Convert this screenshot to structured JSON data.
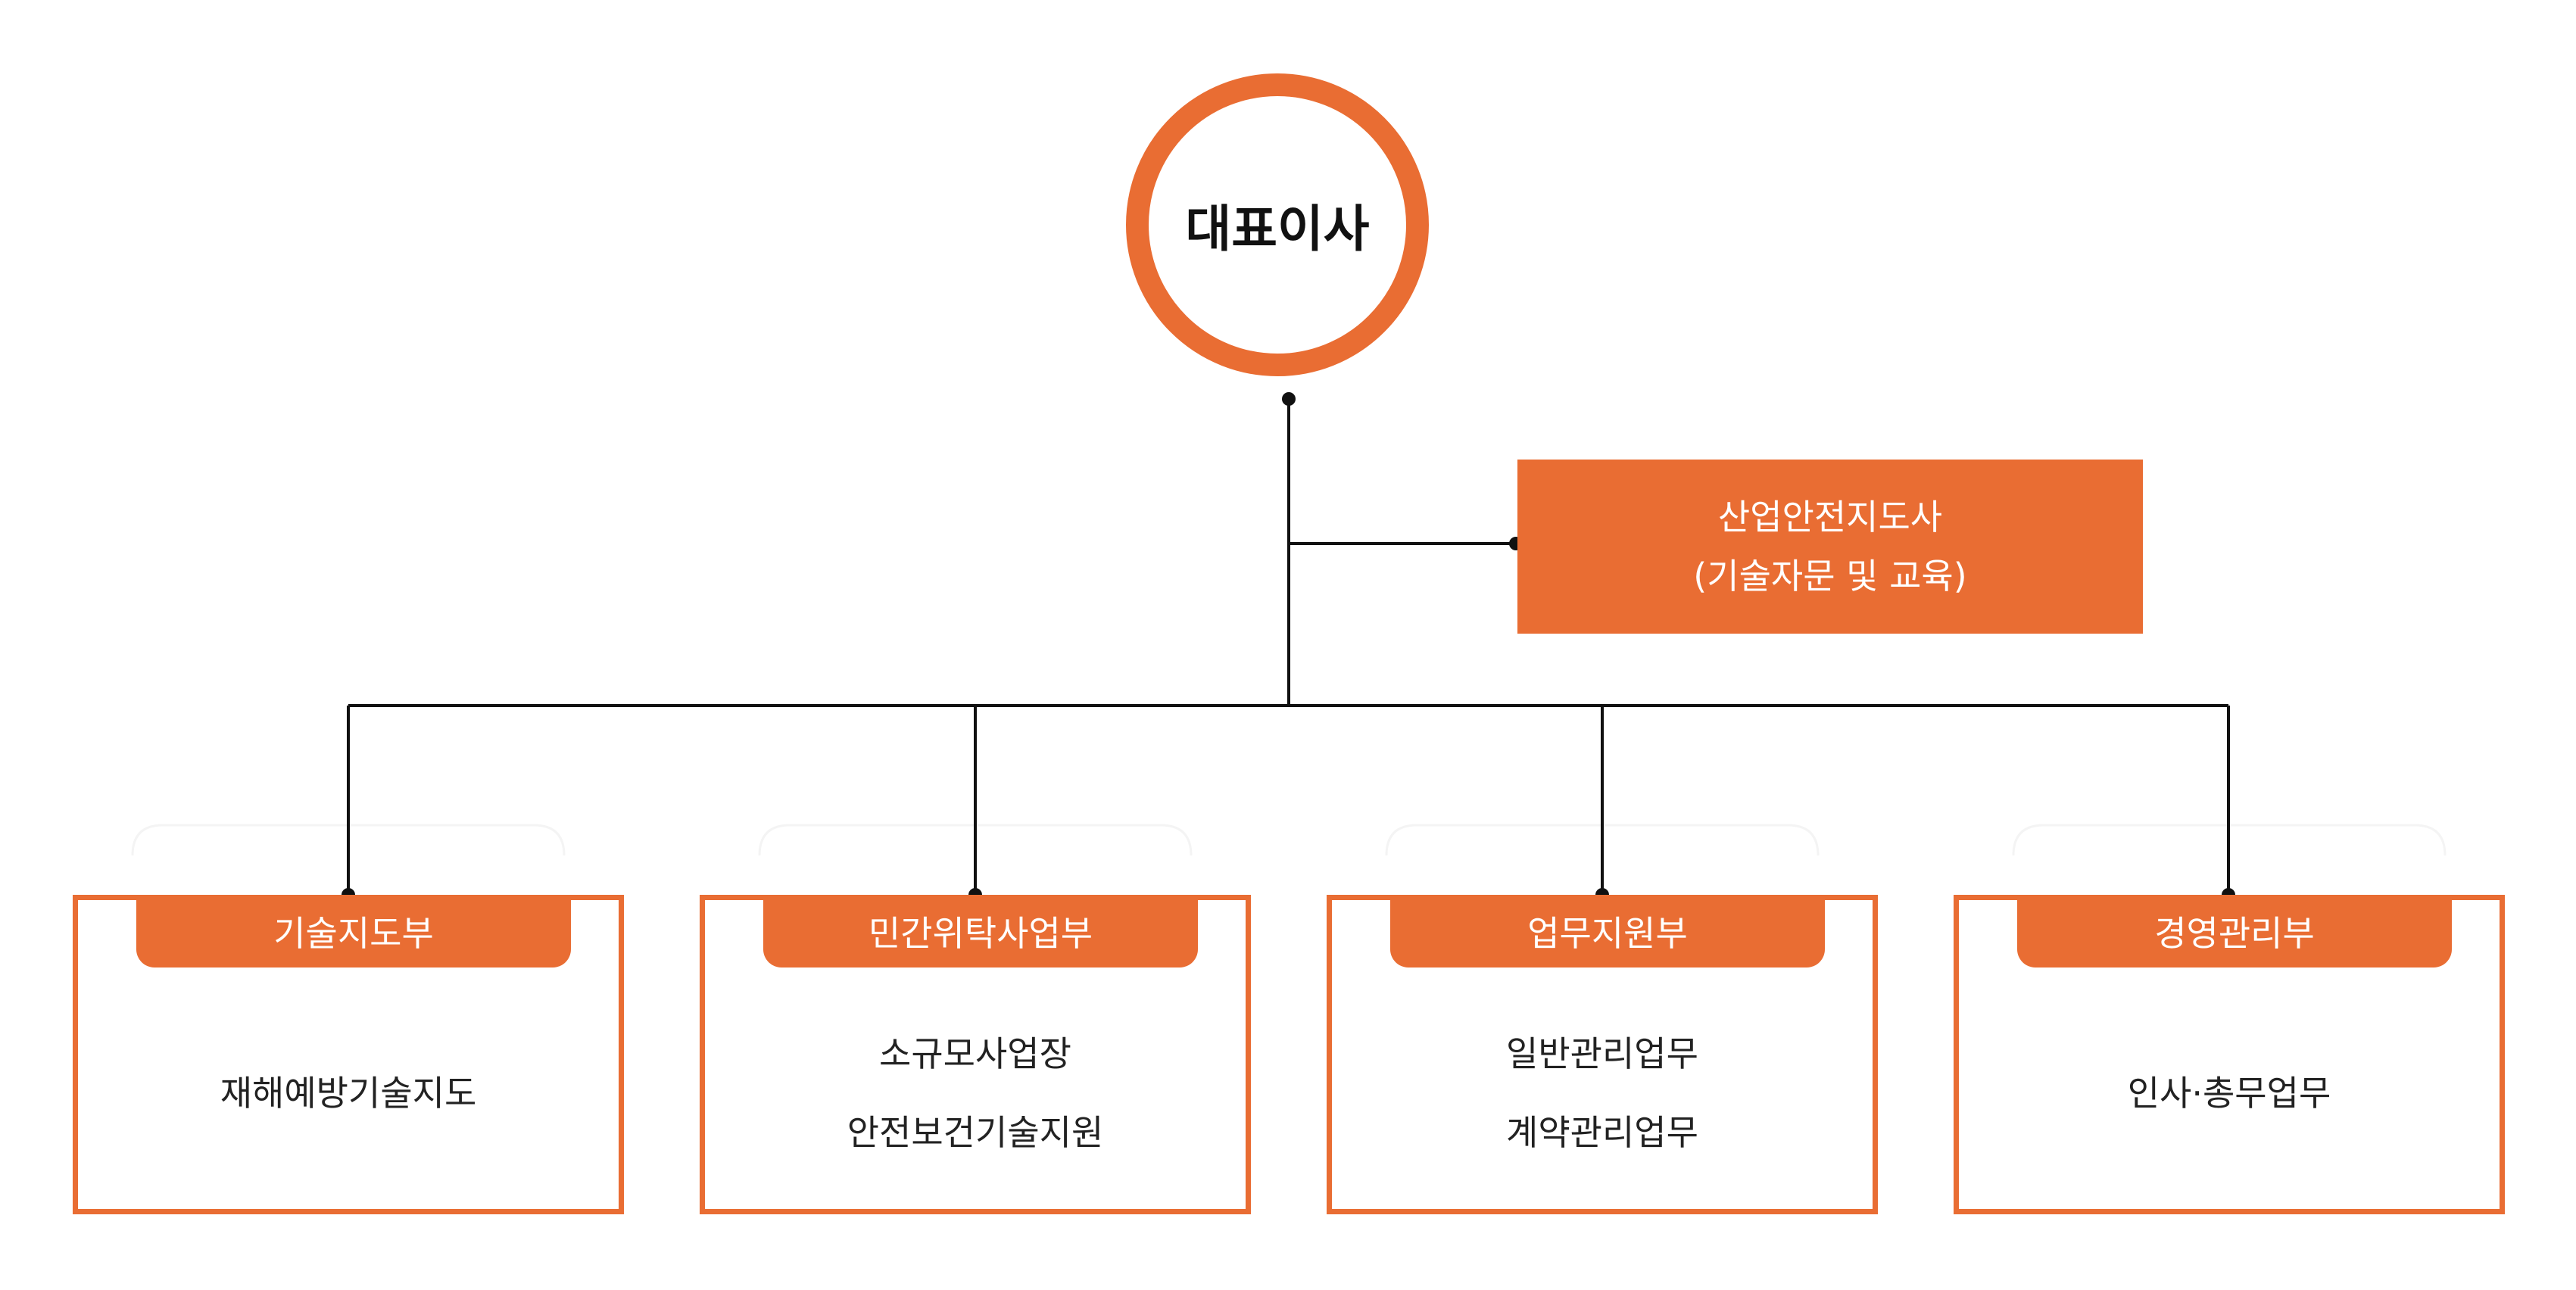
{
  "ceo": {
    "label": "대표이사"
  },
  "advisor": {
    "line1": "산업안전지도사",
    "line2": "(기술자문 및 교육)"
  },
  "departments": [
    {
      "name": "기술지도부",
      "duties": [
        "재해예방기술지도"
      ]
    },
    {
      "name": "민간위탁사업부",
      "duties": [
        "소규모사업장",
        "안전보건기술지원"
      ]
    },
    {
      "name": "업무지원부",
      "duties": [
        "일반관리업무",
        "계약관리업무"
      ]
    },
    {
      "name": "경영관리부",
      "duties": [
        "인사·총무업무"
      ]
    }
  ],
  "colors": {
    "accent": "#e96d33",
    "line": "#111111",
    "text": "#222222"
  }
}
